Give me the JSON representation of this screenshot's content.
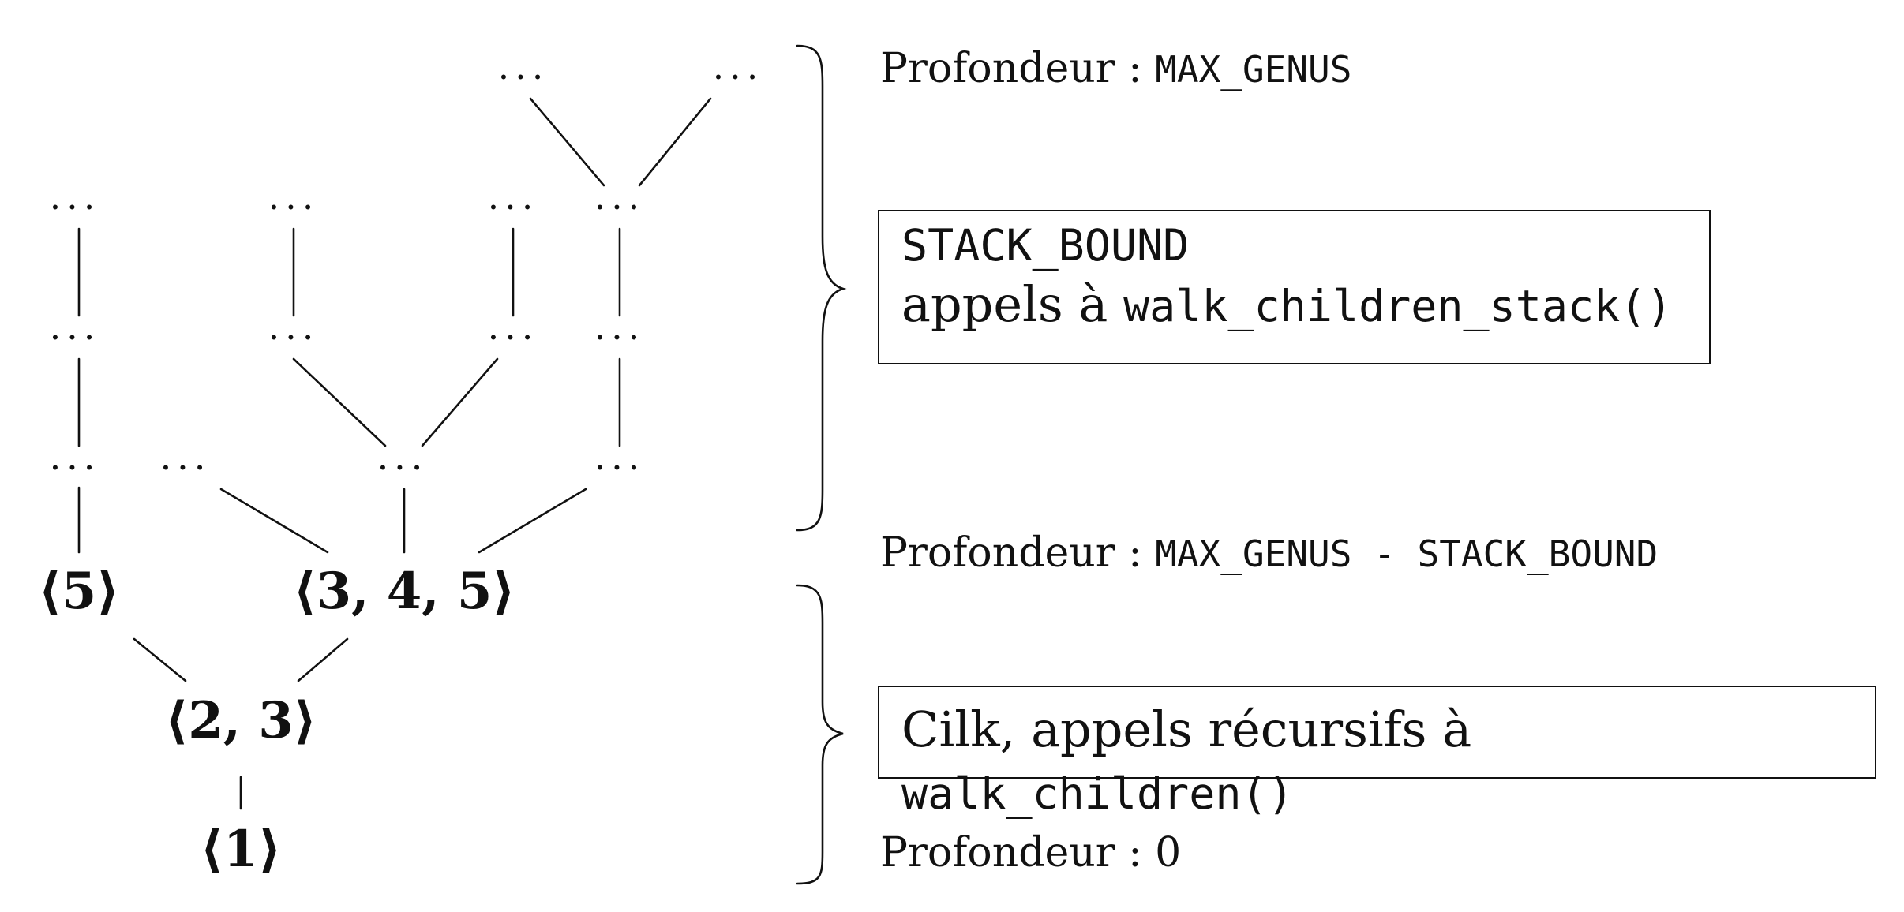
{
  "tree": {
    "nodes": [
      {
        "id": "n1",
        "label": "⟨1⟩"
      },
      {
        "id": "n23",
        "label": "⟨2, 3⟩"
      },
      {
        "id": "n5",
        "label": "⟨5⟩"
      },
      {
        "id": "n345",
        "label": "⟨3, 4, 5⟩"
      }
    ],
    "ellipsis": "..."
  },
  "annotations": {
    "depth_top_label": "Profondeur : ",
    "depth_top_value": "MAX_GENUS",
    "stack_box_line1": "STACK_BOUND",
    "stack_box_line2_text": "appels à ",
    "stack_box_line2_code": "walk_children_stack()",
    "depth_mid_label": "Profondeur : ",
    "depth_mid_value": "MAX_GENUS - STACK_BOUND",
    "cilk_box_text": "Cilk, appels récursifs à ",
    "cilk_box_code": "walk_children()",
    "depth_bottom_label": "Profondeur : 0"
  }
}
